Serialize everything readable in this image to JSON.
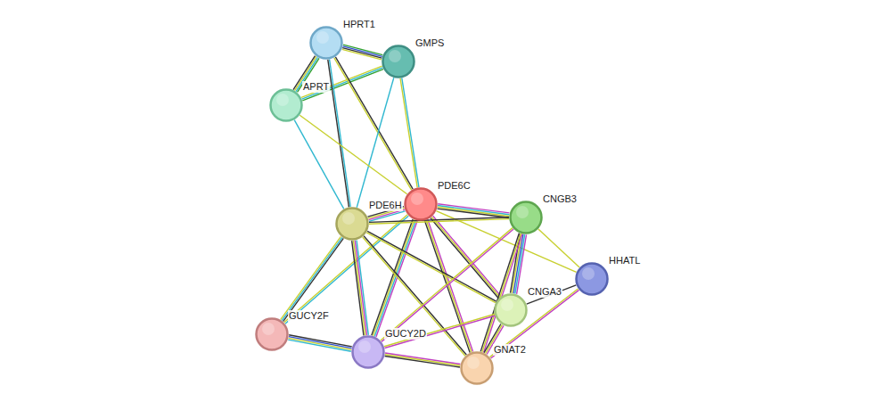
{
  "diagram": {
    "nodes": [
      {
        "text": [
          "HPRT1"
        ]
      },
      {
        "text": [
          "GMPS"
        ]
      },
      {
        "text": [
          "APRT"
        ]
      },
      {
        "text": [
          "PDE6C"
        ]
      },
      {
        "text": [
          "PDE6H"
        ]
      },
      {
        "text": [
          "CNGB3"
        ]
      },
      {
        "text": [
          "HHATL"
        ]
      },
      {
        "text": [
          "CNGA3"
        ]
      },
      {
        "text": [
          "GUCY2F"
        ]
      },
      {
        "text": [
          "GUCY2D"
        ]
      },
      {
        "text": [
          "GNAT2"
        ]
      }
    ],
    "edges": [
      {
        "from": 0,
        "to": 1,
        "arrow": "none"
      },
      {
        "from": 0,
        "to": 2,
        "arrow": "none"
      },
      {
        "from": 1,
        "to": 2,
        "arrow": "none"
      },
      {
        "from": 0,
        "to": 4,
        "arrow": "none"
      },
      {
        "from": 0,
        "to": 3,
        "arrow": "none"
      },
      {
        "from": 1,
        "to": 4,
        "arrow": "none"
      },
      {
        "from": 1,
        "to": 3,
        "arrow": "none"
      },
      {
        "from": 2,
        "to": 4,
        "arrow": "none"
      },
      {
        "from": 2,
        "to": 3,
        "arrow": "none"
      },
      {
        "from": 3,
        "to": 4,
        "arrow": "none"
      },
      {
        "from": 3,
        "to": 5,
        "arrow": "none"
      },
      {
        "from": 3,
        "to": 7,
        "arrow": "none"
      },
      {
        "from": 3,
        "to": 10,
        "arrow": "none"
      },
      {
        "from": 3,
        "to": 9,
        "arrow": "none"
      },
      {
        "from": 3,
        "to": 8,
        "arrow": "none"
      },
      {
        "from": 3,
        "to": 6,
        "arrow": "none"
      },
      {
        "from": 4,
        "to": 5,
        "arrow": "none"
      },
      {
        "from": 4,
        "to": 7,
        "arrow": "none"
      },
      {
        "from": 4,
        "to": 10,
        "arrow": "none"
      },
      {
        "from": 4,
        "to": 9,
        "arrow": "none"
      },
      {
        "from": 4,
        "to": 8,
        "arrow": "none"
      },
      {
        "from": 5,
        "to": 7,
        "arrow": "none"
      },
      {
        "from": 5,
        "to": 10,
        "arrow": "none"
      },
      {
        "from": 5,
        "to": 9,
        "arrow": "none"
      },
      {
        "from": 5,
        "to": 6,
        "arrow": "none"
      },
      {
        "from": 7,
        "to": 10,
        "arrow": "none"
      },
      {
        "from": 7,
        "to": 9,
        "arrow": "none"
      },
      {
        "from": 7,
        "to": 6,
        "arrow": "none"
      },
      {
        "from": 6,
        "to": 10,
        "arrow": "none"
      },
      {
        "from": 8,
        "to": 9,
        "arrow": "none"
      },
      {
        "from": 9,
        "to": 10,
        "arrow": "none"
      }
    ]
  }
}
